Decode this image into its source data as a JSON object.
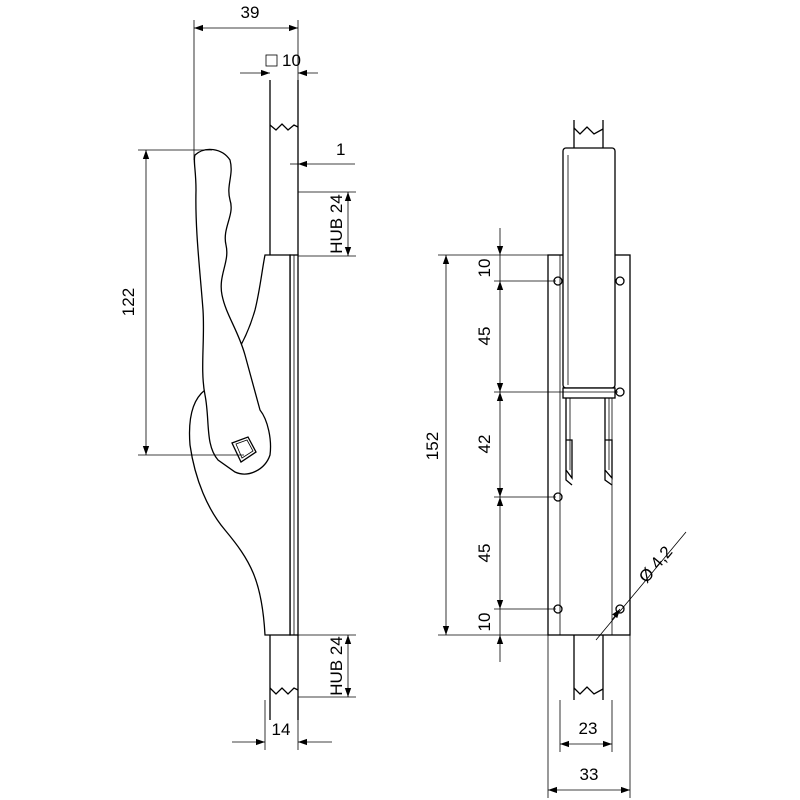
{
  "dimensions": {
    "total_width_left": "39",
    "square_pin": "10",
    "plate_thickness": "1",
    "stroke_top": "HUB 24",
    "handle_height": "122",
    "stroke_bottom": "HUB 24",
    "rod_width": "14",
    "plate_height": "152",
    "spacing_top": "10",
    "spacing_upper": "45",
    "spacing_middle": "42",
    "spacing_lower": "45",
    "spacing_bottom": "10",
    "hole_diameter": "Ø 4,2",
    "rod_width_front": "23",
    "plate_width_front": "33"
  },
  "symbols": {
    "square_symbol": "square-icon"
  }
}
